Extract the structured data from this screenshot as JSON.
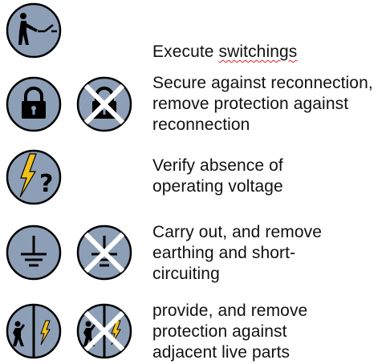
{
  "colors": {
    "disc_fill": "#8d9fb6",
    "stroke": "#000000",
    "bolt": "#f2c21b",
    "cross": "#ffffff"
  },
  "rules": [
    {
      "icons": [
        "person-switch-icon"
      ],
      "text_before": "Execute ",
      "text_flagged": "switchings",
      "text_after": ""
    },
    {
      "icons": [
        "padlock-icon",
        "padlock-crossed-icon"
      ],
      "text": "Secure against reconnection,\nremove protection against\nreconnection"
    },
    {
      "icons": [
        "voltage-question-icon"
      ],
      "text": "Verify absence of\noperating voltage"
    },
    {
      "icons": [
        "earth-icon",
        "earth-crossed-icon"
      ],
      "text": "Carry out, and remove\nearthing and short-\ncircuiting"
    },
    {
      "icons": [
        "live-parts-barrier-icon",
        "live-parts-barrier-crossed-icon"
      ],
      "text": "provide, and remove\nprotection against\nadjacent live parts"
    }
  ]
}
